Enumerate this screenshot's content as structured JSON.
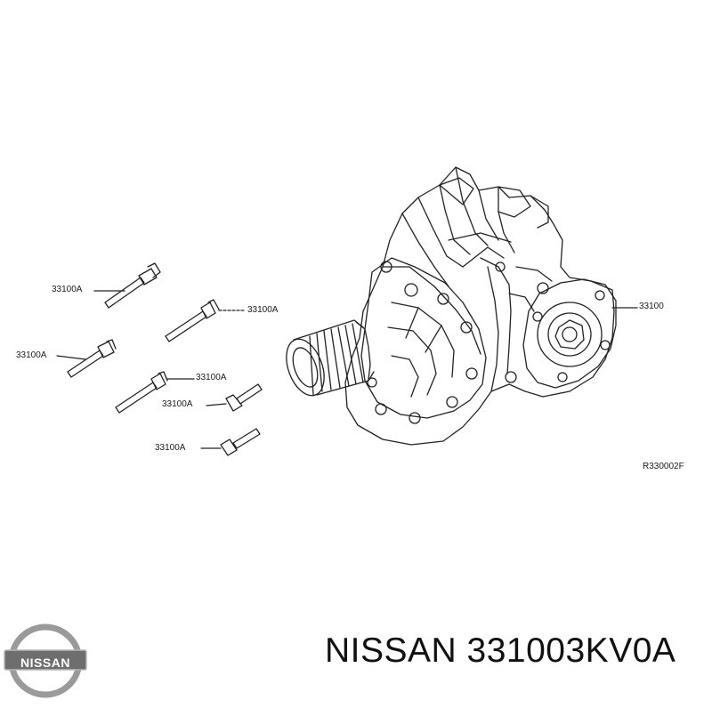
{
  "diagram": {
    "callouts": {
      "bolt_1": "33100A",
      "bolt_2": "33100A",
      "bolt_3": "33100A",
      "bolt_4": "33100A",
      "bolt_5": "33100A",
      "bolt_6": "33100A",
      "transfer_assembly": "33100"
    },
    "reference_code": "R330002F"
  },
  "branding": {
    "logo_text": "NISSAN",
    "caption": "NISSAN 331003KV0A"
  },
  "colors": {
    "line": "#222222",
    "logo_silver": "#9a9a9a",
    "logo_band": "#6e6e6e"
  }
}
